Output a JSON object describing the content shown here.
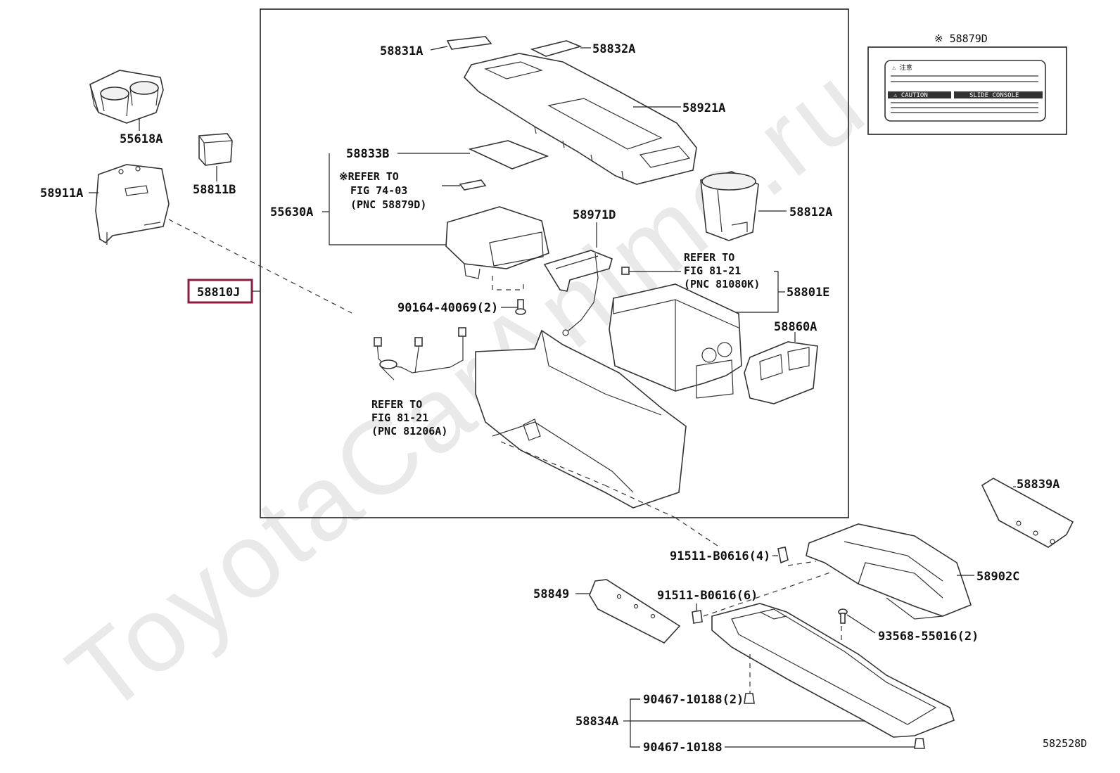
{
  "watermark": "ToyotaCarAnime.ru",
  "diagram_id": "582528D",
  "labels": {
    "p55618A": "55618A",
    "p58911A": "58911A",
    "p58811B": "58811B",
    "p58810J": "58810J",
    "p58831A": "58831A",
    "p58832A": "58832A",
    "p58921A": "58921A",
    "p58833B": "58833B",
    "p55630A": "55630A",
    "p58971D": "58971D",
    "p58812A": "58812A",
    "p58801E": "58801E",
    "p58860A": "58860A",
    "p90164": "90164-40069(2)",
    "p58839A": "58839A",
    "p91511_4": "91511-B0616(4)",
    "p58902C": "58902C",
    "p58849": "58849",
    "p91511_6": "91511-B0616(6)",
    "p93568": "93568-55016(2)",
    "p90467_2": "90467-10188(2)",
    "p58834A": "58834A",
    "p90467": "90467-10188"
  },
  "refs": {
    "ref1": [
      "※REFER TO",
      "FIG 74-03",
      "(PNC 58879D)"
    ],
    "ref2": [
      "REFER TO",
      "FIG 81-21",
      "(PNC 81080K)"
    ],
    "ref3": [
      "REFER TO",
      "FIG 81-21",
      "(PNC 81206A)"
    ]
  },
  "inset": {
    "title": "※ 58879D",
    "warning_label": "⚠ 注意",
    "caution_label": "⚠ CAUTION",
    "slide_label": "SLIDE CONSOLE"
  },
  "colors": {
    "highlight": "#8b1e3f",
    "watermark": "#e9e9e9"
  }
}
